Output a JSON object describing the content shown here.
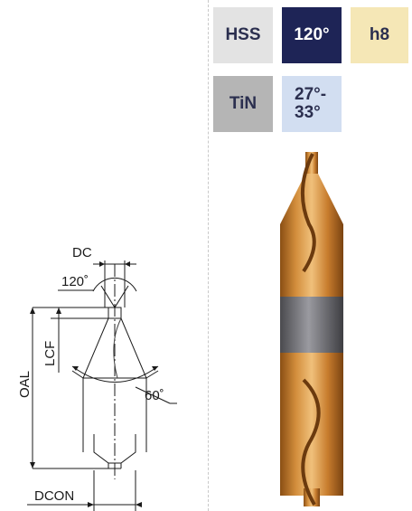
{
  "badges": {
    "material": "HSS",
    "point_angle": "120°",
    "tolerance": "h8",
    "coating": "TiN",
    "helix_line1": "27°-",
    "helix_line2": "33°"
  },
  "drawing": {
    "dc": "DC",
    "angle_120": "120˚",
    "lcf": "LCF",
    "oal": "OAL",
    "angle_60": "60˚",
    "dcon": "DCON"
  },
  "colors": {
    "material_bg": "#e3e3e3",
    "point_angle_bg": "#1e2456",
    "tolerance_bg": "#f5e7b6",
    "coating_bg": "#b5b5b5",
    "helix_bg": "#d2def1",
    "text_dark": "#2b2f4f"
  }
}
